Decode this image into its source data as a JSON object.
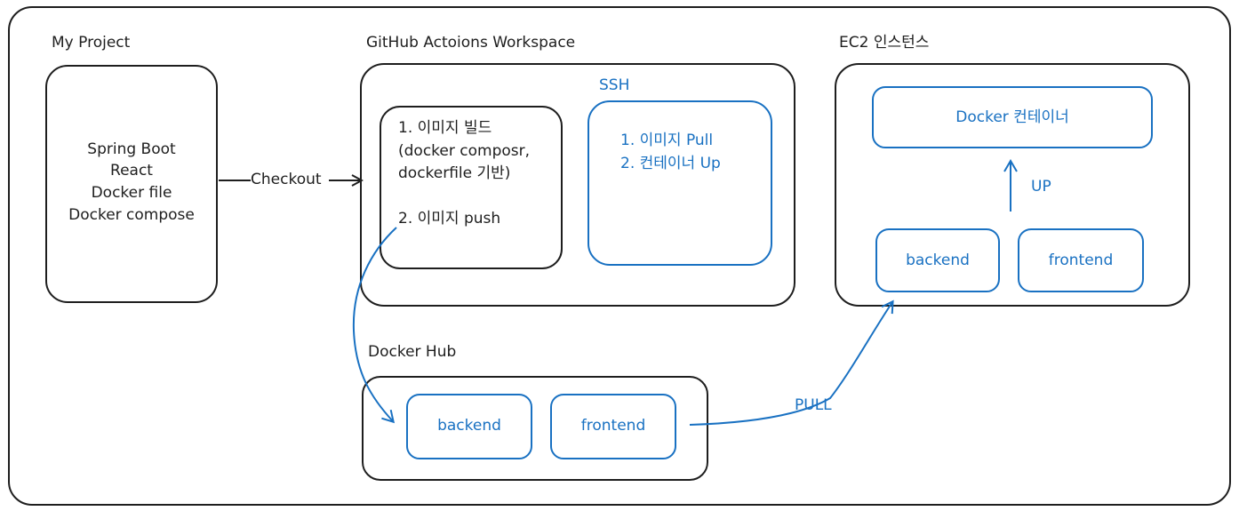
{
  "sections": {
    "my_project": "My Project",
    "github_workspace": "GitHub Actoions Workspace",
    "ec2": "EC2 인스턴스",
    "docker_hub": "Docker Hub"
  },
  "project_box": {
    "lines": [
      "Spring Boot",
      "React",
      "Docker file",
      "Docker compose"
    ]
  },
  "build_box": {
    "line1": "1. 이미지 빌드",
    "line2": "(docker composr,",
    "line3": "dockerfile 기반)",
    "line4": "2. 이미지 push"
  },
  "ssh": {
    "label": "SSH",
    "line1": "1. 이미지 Pull",
    "line2": "2. 컨테이너 Up"
  },
  "ec2_box": {
    "container": "Docker 컨테이너",
    "up_label": "UP",
    "backend": "backend",
    "frontend": "frontend"
  },
  "hub_box": {
    "backend": "backend",
    "frontend": "frontend"
  },
  "edges": {
    "checkout": "Checkout",
    "pull": "PULL"
  },
  "colors": {
    "ink": "#1e1e1e",
    "accent": "#1971c2"
  }
}
